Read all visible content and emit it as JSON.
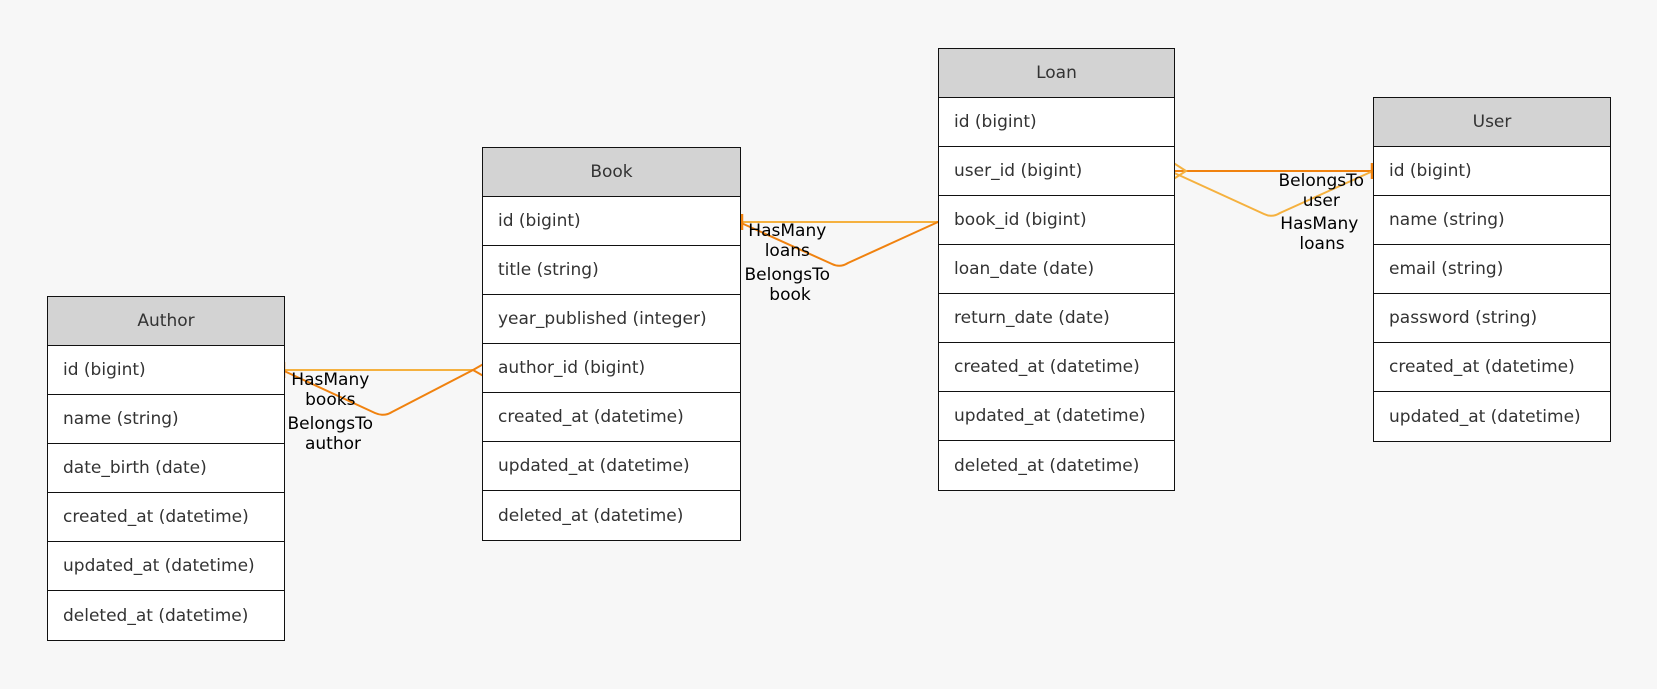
{
  "entities": {
    "author": {
      "name": "Author",
      "fields": [
        "id (bigint)",
        "name (string)",
        "date_birth (date)",
        "created_at (datetime)",
        "updated_at (datetime)",
        "deleted_at (datetime)"
      ]
    },
    "book": {
      "name": "Book",
      "fields": [
        "id (bigint)",
        "title (string)",
        "year_published (integer)",
        "author_id (bigint)",
        "created_at (datetime)",
        "updated_at (datetime)",
        "deleted_at (datetime)"
      ]
    },
    "loan": {
      "name": "Loan",
      "fields": [
        "id (bigint)",
        "user_id (bigint)",
        "book_id (bigint)",
        "loan_date (date)",
        "return_date (date)",
        "created_at (datetime)",
        "updated_at (datetime)",
        "deleted_at (datetime)"
      ]
    },
    "user": {
      "name": "User",
      "fields": [
        "id (bigint)",
        "name (string)",
        "email (string)",
        "password (string)",
        "created_at (datetime)",
        "updated_at (datetime)"
      ]
    }
  },
  "relations": {
    "author_book": {
      "has_many": "HasMany",
      "has_many_target": "books",
      "belongs_to": "BelongsTo",
      "belongs_to_target": "author"
    },
    "book_loan": {
      "has_many": "HasMany",
      "has_many_target": "loans",
      "belongs_to": "BelongsTo",
      "belongs_to_target": "book"
    },
    "user_loan": {
      "has_many": "HasMany",
      "has_many_target": "loans",
      "belongs_to": "BelongsTo",
      "belongs_to_target": "user"
    }
  },
  "colors": {
    "background": "#f7f7f7",
    "header_fill": "#d3d3d3",
    "has_many_edge": "#f5b13f",
    "belongs_to_edge": "#f0820f"
  }
}
